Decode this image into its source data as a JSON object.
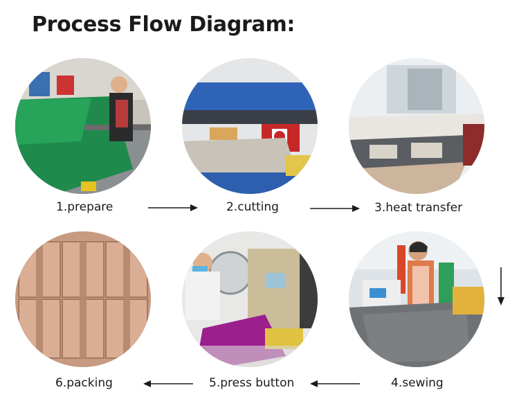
{
  "title": "Process Flow Diagram:",
  "steps": [
    {
      "label": "1.prepare",
      "photo": "green-fabric-roll-worker"
    },
    {
      "label": "2.cutting",
      "photo": "cutting-press-machine"
    },
    {
      "label": "3.heat transfer",
      "photo": "heat-transfer-machine"
    },
    {
      "label": "4.sewing",
      "photo": "sewing-worker"
    },
    {
      "label": "5.press button",
      "photo": "button-press-machine"
    },
    {
      "label": "6.packing",
      "photo": "stacked-cardboard-boxes"
    }
  ],
  "colors": {
    "arrow": "#1a1a1a",
    "text": "#1a1a1a"
  }
}
